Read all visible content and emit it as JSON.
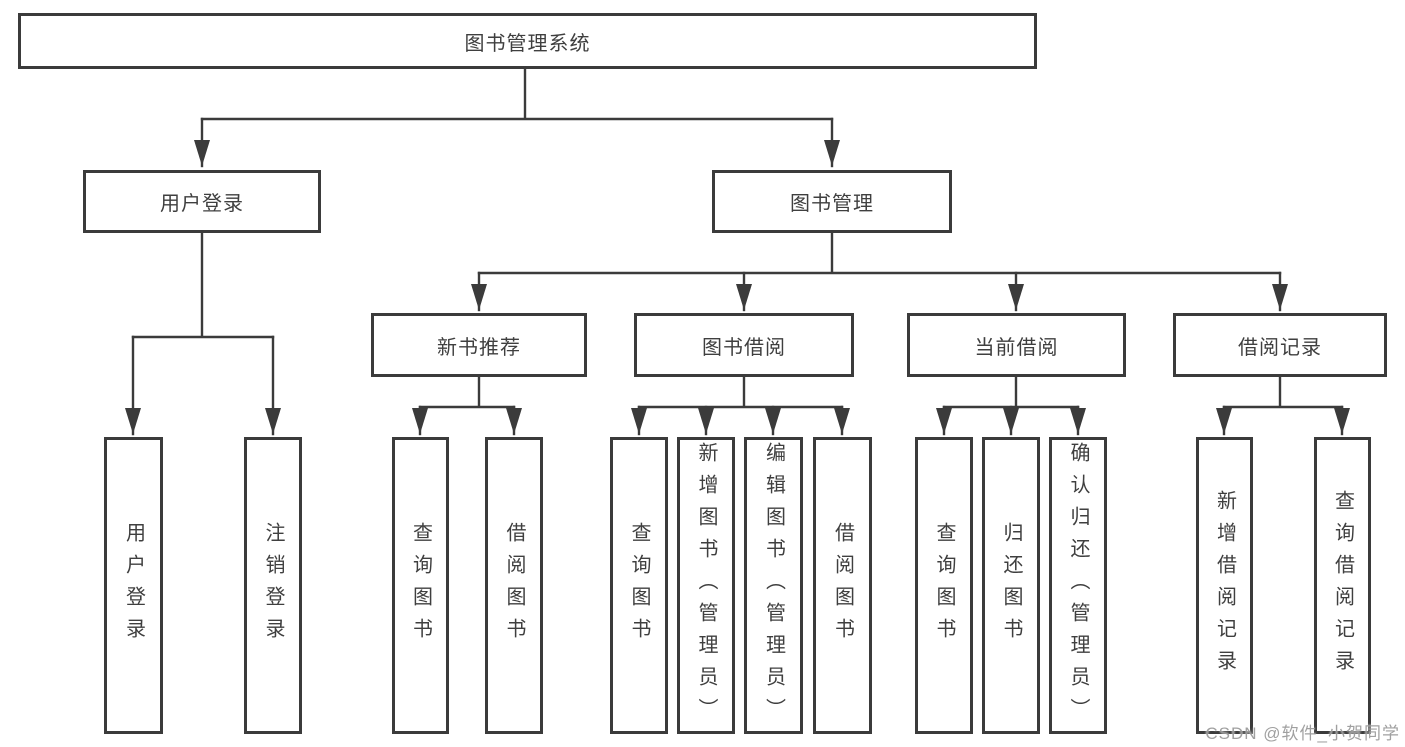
{
  "diagram": {
    "colors": {
      "line": "#3b3b3b",
      "border": "#3b3b3b",
      "text": "#3f3f3f",
      "watermark_text": "#969696",
      "background": "#ffffff"
    },
    "tree": {
      "root_label": "图书管理系统",
      "children": [
        {
          "label": "用户登录",
          "children": [
            "用户登录",
            "注销登录"
          ]
        },
        {
          "label": "图书管理",
          "children": [
            {
              "label": "新书推荐",
              "children": [
                "查询图书",
                "借阅图书"
              ]
            },
            {
              "label": "图书借阅",
              "children": [
                "查询图书",
                "新增图书（管理员）",
                "编辑图书（管理员）",
                "借阅图书"
              ]
            },
            {
              "label": "当前借阅",
              "children": [
                "查询图书",
                "归还图书",
                "确认归还（管理员）"
              ]
            },
            {
              "label": "借阅记录",
              "children": [
                "新增借阅记录",
                "查询借阅记录"
              ]
            }
          ]
        }
      ]
    },
    "watermark": {
      "text": "CSDN @软件_小贺同学"
    }
  }
}
